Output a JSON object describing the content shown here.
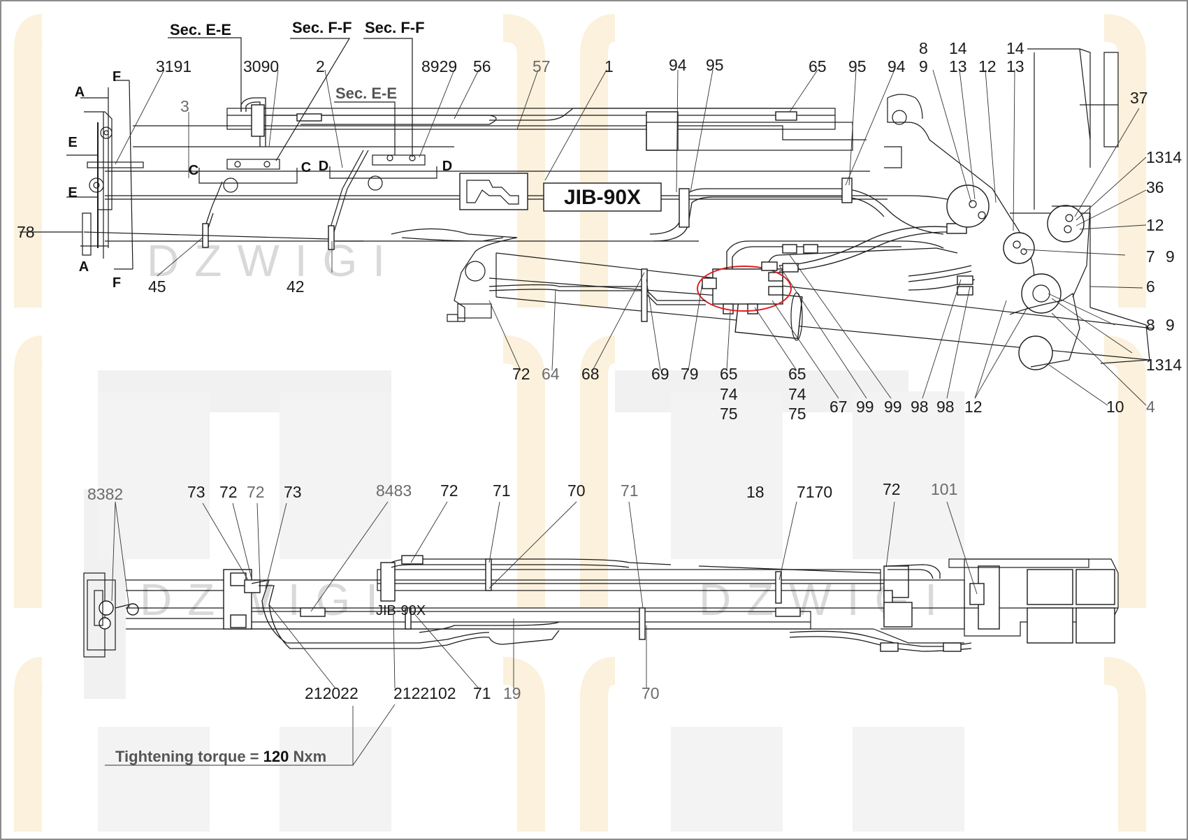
{
  "drawing": {
    "section_labels": {
      "sec_e_1": "Sec. E-E",
      "sec_f_1": "Sec. F-F",
      "sec_f_2": "Sec. F-F",
      "sec_e_2": "Sec. E-E"
    },
    "cut_markers": {
      "a_top": "A",
      "a_bot": "A",
      "f_top": "F",
      "f_bot": "F",
      "e_top": "E",
      "e_bot": "E",
      "c_left": "C",
      "c_right": "C",
      "d_left": "D",
      "d_right": "D"
    },
    "nameplate": "JIB-90X",
    "nameplate_small": "JIB-90X",
    "watermark": "DZWIGI",
    "torque_note": {
      "prefix": "Tightening torque = ",
      "value": "120",
      "unit": " Nxm"
    },
    "top_callouts": {
      "c3191": "3191",
      "c3090": "3090",
      "c2": "2",
      "c8929": "8929",
      "c56": "56",
      "c57": "57",
      "c1": "1",
      "c3": "3",
      "c78": "78",
      "c45": "45",
      "c42": "42",
      "c94a": "94",
      "c95a": "95",
      "c65a": "65",
      "c95b": "95",
      "c94b": "94",
      "c8": "8",
      "c9": "9",
      "c14a": "14",
      "c13a": "13",
      "c12a": "12",
      "c14b": "14",
      "c13b": "13",
      "c37": "37",
      "c1314a": "1314",
      "c36": "36",
      "c12b": "12",
      "c7": "7",
      "c9b": "9",
      "c6": "6",
      "c8b": "8",
      "c9c": "9",
      "c1314b": "1314",
      "c10": "10",
      "c4": "4",
      "c72": "72",
      "c64": "64",
      "c68": "68",
      "c69": "69",
      "c79": "79",
      "c65b": "65",
      "c74a": "74",
      "c75a": "75",
      "c65c": "65",
      "c74b": "74",
      "c75b": "75",
      "c67": "67",
      "c99a": "99",
      "c99b": "99",
      "c98a": "98",
      "c98b": "98",
      "c12c": "12"
    },
    "bottom_callouts": {
      "c8382": "8382",
      "c73a": "73",
      "c72a": "72",
      "c72b": "72",
      "c73b": "73",
      "c8483": "8483",
      "c72c": "72",
      "c71a": "71",
      "c70a": "70",
      "c71b": "71",
      "c18": "18",
      "c7170": "7170",
      "c72d": "72",
      "c101": "101",
      "c212022": "212022",
      "c2122102": "2122102",
      "c71c": "71",
      "c19": "19",
      "c70b": "70"
    }
  }
}
